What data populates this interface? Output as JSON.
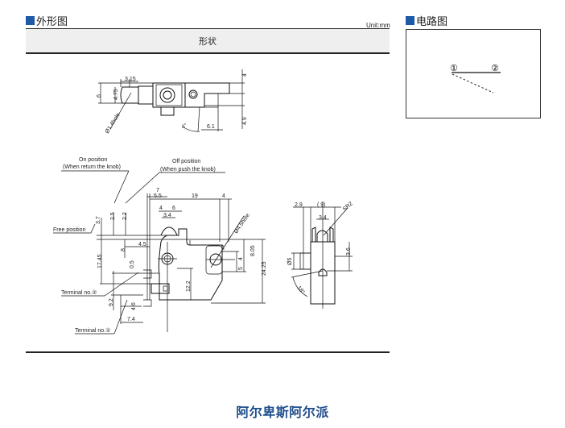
{
  "sections": {
    "outline": {
      "title": "外形图",
      "unit": "Unit:mm",
      "header": "形状"
    },
    "circuit": {
      "title": "电路图",
      "terminal_1": "①",
      "terminal_2": "②"
    }
  },
  "accent_color": "#1f5aa6",
  "brand": {
    "name": "阿尔卑斯阿尔派",
    "color": "#1f4e8c"
  },
  "top_view": {
    "dims": [
      "3.15",
      "6",
      "4.75",
      "4",
      "4.9",
      "6.1",
      "4°"
    ],
    "hole_label": "Ø1.4hole"
  },
  "front_view": {
    "on_position": {
      "line1": "On position",
      "line2": "(When return the knob)"
    },
    "off_position": {
      "line1": "Off position",
      "line2": "(When push the knob)"
    },
    "free_position": "Free position",
    "terminal_2": "Terminal no.②",
    "terminal_1": "Terminal no.①",
    "hole_label": "Ø4.5hole",
    "dims": {
      "d7": "7",
      "d5_5": "5.5",
      "d19": "19",
      "d4_top": "4",
      "d4": "4",
      "d6": "6",
      "d3_4": "3.4",
      "d3_7": "3.7",
      "d2_5": "2.5",
      "d2_2": "2.2",
      "d4_5": "4.5",
      "d8": "8",
      "d17_45": "17.45",
      "d0_5": "0.5",
      "d12_2": "12.2",
      "d9_2": "9.2",
      "d4_6": "4.6",
      "d7_4": "7.4",
      "d4_right": "4",
      "d5_right": "5",
      "d8_05": "8.05",
      "d24_25": "24.25"
    }
  },
  "side_view": {
    "dims": {
      "d2_9": "2.9",
      "d9": "( 9)",
      "sr2": "SR2",
      "d3_4": "3.4",
      "d3_6": "3.6",
      "d5": "Ø5",
      "ang": "18°"
    }
  }
}
